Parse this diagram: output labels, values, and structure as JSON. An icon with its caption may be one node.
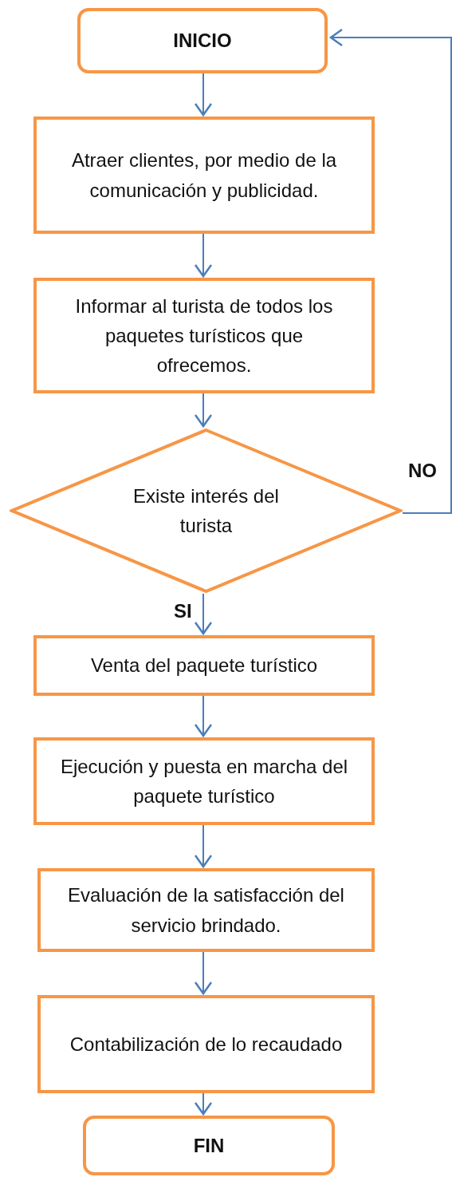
{
  "diagram": {
    "nodes": [
      {
        "text": [
          "INICIO"
        ]
      },
      {
        "text": [
          "Atraer  clientes, por medio de la comunicación y publicidad."
        ]
      },
      {
        "text": [
          "Informar al turista de todos los paquetes turísticos que ofrecemos."
        ]
      },
      {
        "text": [
          "Existe interés del turista"
        ]
      },
      {
        "text": [
          "Venta del paquete turístico"
        ]
      },
      {
        "text": [
          "Ejecución y puesta en marcha del paquete turístico"
        ]
      },
      {
        "text": [
          "Evaluación de la satisfacción del servicio brindado."
        ]
      },
      {
        "text": [
          "Contabilización de lo recaudado"
        ]
      },
      {
        "text": [
          "FIN"
        ]
      }
    ],
    "edges": [
      {
        "from": 0,
        "to": 1,
        "arrow": "to"
      },
      {
        "from": 1,
        "to": 2,
        "arrow": "to"
      },
      {
        "from": 2,
        "to": 3,
        "arrow": "to"
      },
      {
        "from": 3,
        "to": 4,
        "arrow": "to",
        "label": "SI"
      },
      {
        "from": 3,
        "to": 0,
        "arrow": "to",
        "label": "NO"
      },
      {
        "from": 4,
        "to": 5,
        "arrow": "to"
      },
      {
        "from": 5,
        "to": 6,
        "arrow": "to"
      },
      {
        "from": 6,
        "to": 7,
        "arrow": "to"
      },
      {
        "from": 7,
        "to": 8,
        "arrow": "to"
      }
    ]
  }
}
